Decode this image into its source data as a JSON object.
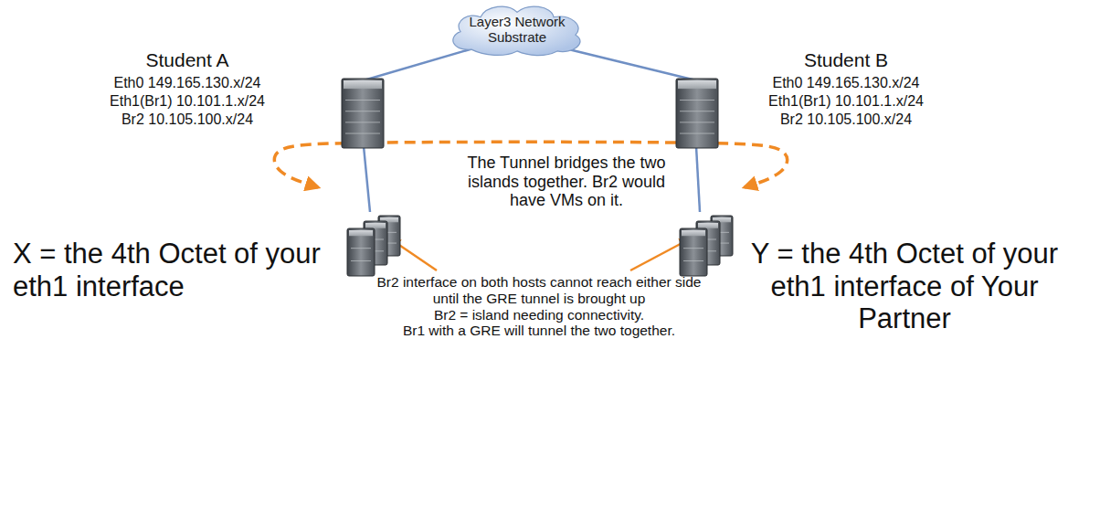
{
  "diagram": {
    "nodes": [
      {
        "text": [
          "Layer3 Network Substrate"
        ]
      }
    ],
    "labels": [
      "Student A",
      "Eth0 149.165.130.x/24",
      "Eth1(Br1) 10.101.1.x/24",
      "Br2 10.105.100.x/24",
      "Student B",
      "Eth0 149.165.130.x/24",
      "Eth1(Br1) 10.101.1.x/24",
      "Br2 10.105.100.x/24",
      "The Tunnel bridges the two islands together. Br2 would have VMs on it.",
      "X = the 4th Octet of your eth1 interface",
      "Br2 interface on both hosts cannot reach either side until the GRE tunnel is brought up",
      "Br2 = island needing connectivity.",
      "Br1 with a GRE will tunnel the two together.",
      "Y = the 4th Octet of your eth1 interface of Your Partner"
    ]
  }
}
